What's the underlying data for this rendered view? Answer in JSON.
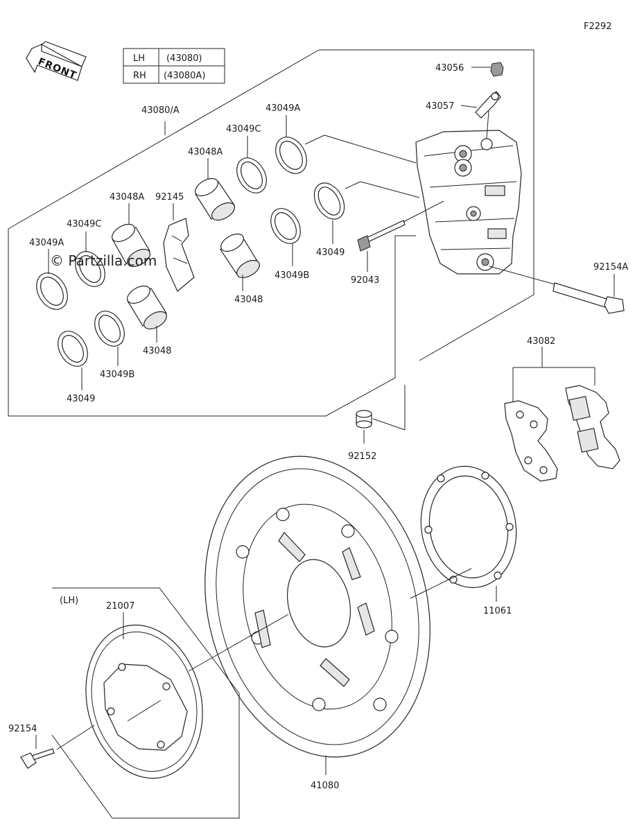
{
  "figure_code": "F2292",
  "front_label": "FRONT",
  "lh_tag": "(LH)",
  "watermark": "© Partzilla.com",
  "side_table": {
    "rows": [
      {
        "side": "LH",
        "part": "(43080)"
      },
      {
        "side": "RH",
        "part": "(43080A)"
      }
    ]
  },
  "parts": {
    "p43056": "43056",
    "p43057": "43057",
    "p43080A": "43080/A",
    "p43049A_top": "43049A",
    "p43049C_top": "43049C",
    "p43048A_mid": "43048A",
    "p92145": "92145",
    "p43048A_left": "43048A",
    "p43049C_left": "43049C",
    "p43049A_left": "43049A",
    "p43049_right": "43049",
    "p92043": "92043",
    "p43049B_right": "43049B",
    "p43048_mid": "43048",
    "p43048_lower": "43048",
    "p43049B_lower": "43049B",
    "p43049_lower": "43049",
    "p92154A": "92154A",
    "p43082": "43082",
    "p92152": "92152",
    "p11061": "11061",
    "p21007": "21007",
    "p92154": "92154",
    "p41080": "41080"
  }
}
